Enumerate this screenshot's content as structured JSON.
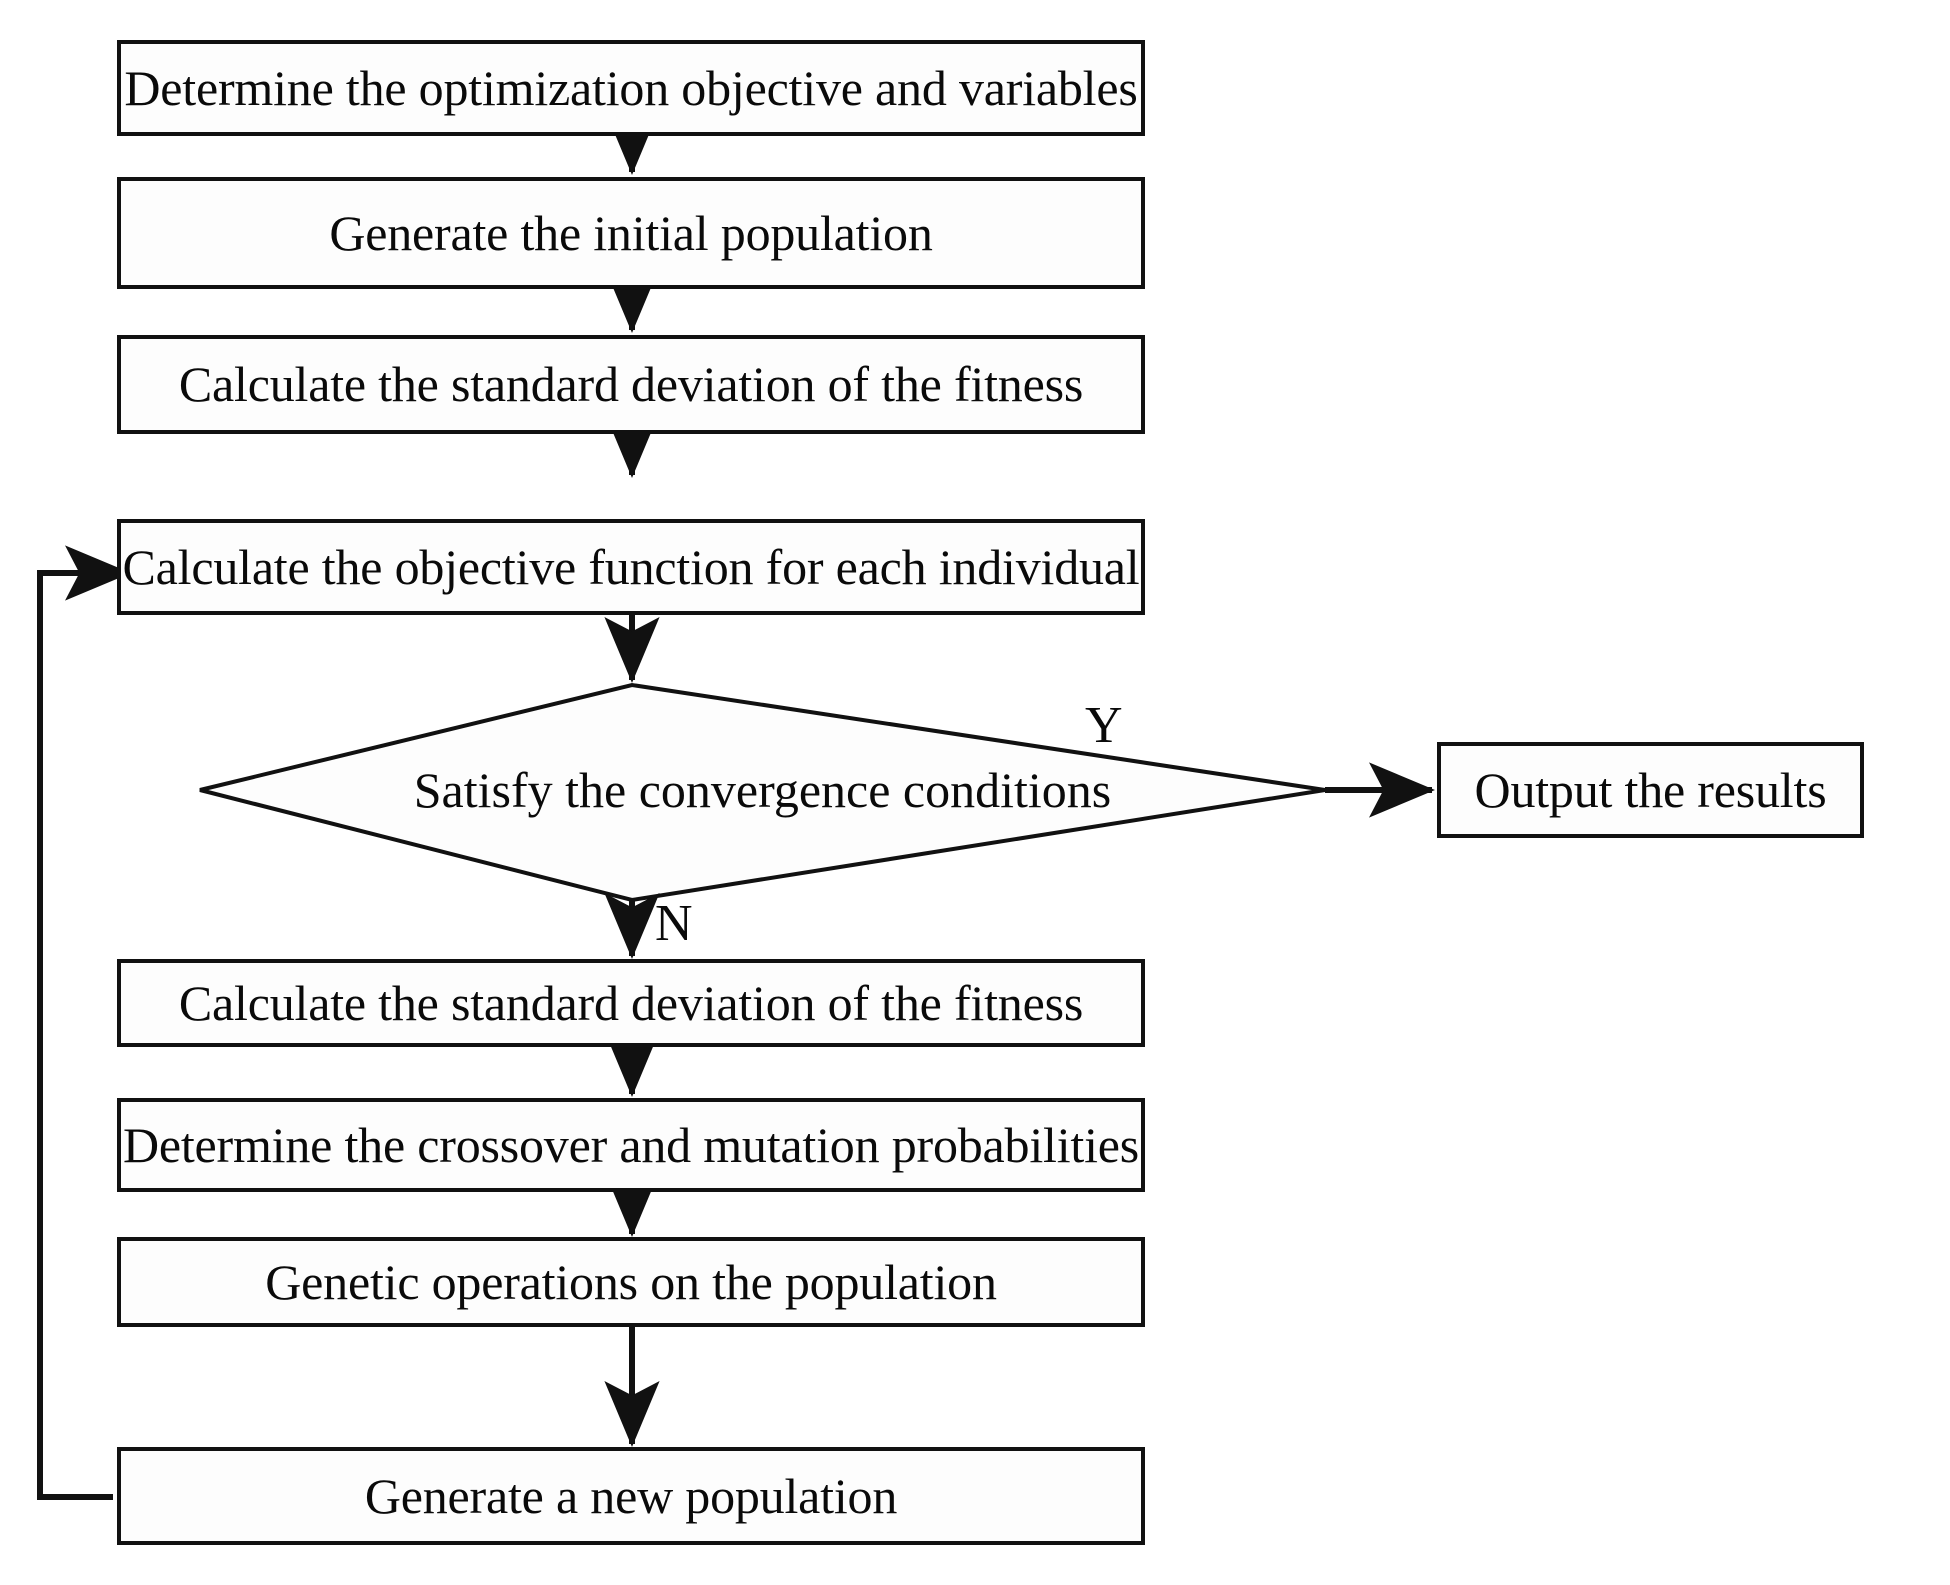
{
  "diagram": {
    "title": "Genetic algorithm optimization flowchart",
    "colors": {
      "stroke": "#111111",
      "fill": "#fdfdfd",
      "background": "#ffffff",
      "text": "#0a0a0a"
    },
    "nodes": [
      {
        "id": "determine-objective",
        "shape": "process",
        "label": "Determine the optimization objective and variables"
      },
      {
        "id": "generate-initial-population",
        "shape": "process",
        "label": "Generate the initial population"
      },
      {
        "id": "calculate-std-dev-1",
        "shape": "process",
        "label": "Calculate the standard deviation of the fitness"
      },
      {
        "id": "calculate-objective-function",
        "shape": "process",
        "label": "Calculate the objective function for each individual"
      },
      {
        "id": "convergence-decision",
        "shape": "decision",
        "label": "Satisfy the convergence conditions"
      },
      {
        "id": "output-results",
        "shape": "process",
        "label": "Output the results"
      },
      {
        "id": "calculate-std-dev-2",
        "shape": "process",
        "label": "Calculate the standard deviation of the fitness"
      },
      {
        "id": "determine-probabilities",
        "shape": "process",
        "label": "Determine the crossover and mutation probabilities"
      },
      {
        "id": "genetic-operations",
        "shape": "process",
        "label": "Genetic operations on the population"
      },
      {
        "id": "generate-new-population",
        "shape": "process",
        "label": "Generate a new population"
      }
    ],
    "edge_labels": {
      "yes": "Y",
      "no": "N"
    }
  }
}
